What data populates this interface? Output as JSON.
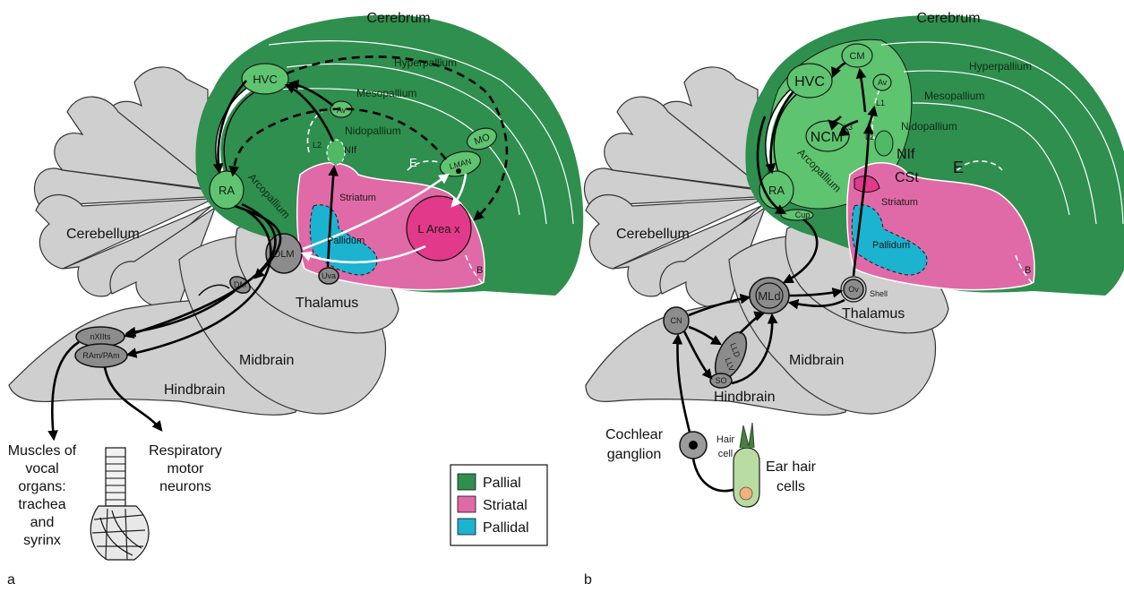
{
  "panel_a": {
    "letter": "a",
    "regions": {
      "cerebrum": "Cerebrum",
      "hyperpallium": "Hyperpallium",
      "mesopallium": "Mesopallium",
      "nidopallium": "Nidopallium",
      "arcopallium": "Arcopallium",
      "striatum": "Striatum",
      "pallidum": "Pallidum",
      "cerebellum": "Cerebellum",
      "thalamus": "Thalamus",
      "midbrain": "Midbrain",
      "hindbrain": "Hindbrain"
    },
    "nuclei": {
      "hvc": "HVC",
      "av": "Av",
      "mo": "MO",
      "lman": "LMAN",
      "nif": "NIf",
      "l2": "L2",
      "e": "E",
      "b": "B",
      "ra": "RA",
      "area_x": "L Area x",
      "dlm": "DLM",
      "uva": "Uva",
      "dm": "DM",
      "nxiits": "nXIIts",
      "ram_pam": "RAm/PAm"
    },
    "outputs": {
      "muscles_lines": [
        "Muscles of",
        "vocal",
        "organs:",
        "trachea",
        "and",
        "syrinx"
      ],
      "respiratory_lines": [
        "Respiratory",
        "motor",
        "neurons"
      ]
    }
  },
  "panel_b": {
    "letter": "b",
    "regions": {
      "cerebrum": "Cerebrum",
      "hyperpallium": "Hyperpallium",
      "mesopallium": "Mesopallium",
      "nidopallium": "Nidopallium",
      "arcopallium": "Arcopallium",
      "striatum": "Striatum",
      "pallidum": "Pallidum",
      "cerebellum": "Cerebellum",
      "thalamus": "Thalamus",
      "midbrain": "Midbrain",
      "hindbrain": "Hindbrain"
    },
    "nuclei": {
      "hvc": "HVC",
      "cm": "CM",
      "av": "Av",
      "l1": "L1",
      "l2": "L2",
      "l3": "L3",
      "ncm": "NCM",
      "nif": "NIf",
      "cst": "CSt",
      "e": "E",
      "b": "B",
      "ra": "RA",
      "cup": "Cup",
      "mld": "MLd",
      "ov": "Ov",
      "shell": "Shell",
      "cn": "CN",
      "lld": "LLD",
      "llv": "LLV",
      "so": "SO"
    },
    "periphery": {
      "cochlear_lines": [
        "Cochlear",
        "ganglion"
      ],
      "hair_cell_lines": [
        "Hair",
        "cell"
      ],
      "ear_hair_lines": [
        "Ear hair",
        "cells"
      ]
    }
  },
  "legend": {
    "items": [
      {
        "label": "Pallial",
        "color": "#2f8f4e"
      },
      {
        "label": "Striatal",
        "color": "#e06aa7"
      },
      {
        "label": "Pallidal",
        "color": "#1bb3cf"
      }
    ]
  }
}
